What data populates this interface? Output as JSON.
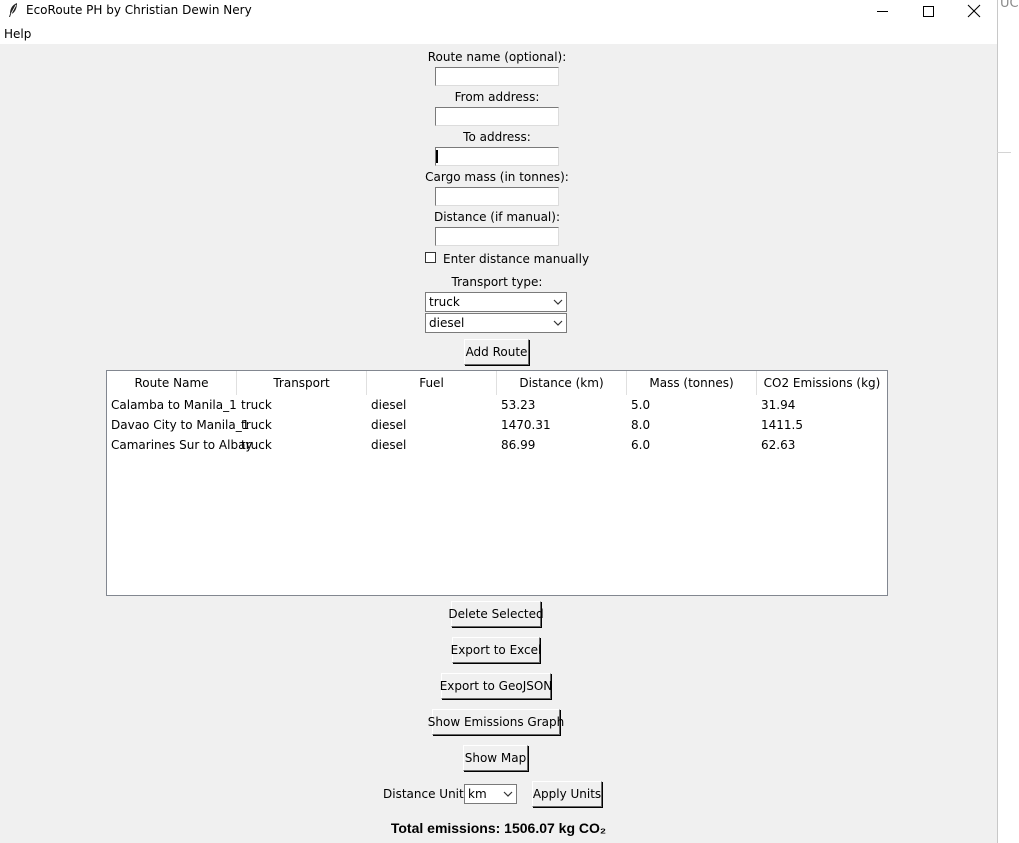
{
  "window": {
    "title": "EcoRoute PH by Christian Dewin Nery",
    "menu": [
      "Help"
    ],
    "edge_text": "UC"
  },
  "form": {
    "route_name_label": "Route name (optional):",
    "route_name_value": "",
    "from_label": "From address:",
    "from_value": "",
    "to_label": "To address:",
    "to_value": "",
    "cargo_label": "Cargo mass (in tonnes):",
    "cargo_value": "",
    "distance_label": "Distance (if manual):",
    "distance_value": "",
    "manual_checkbox_label": "Enter distance manually",
    "manual_checked": false,
    "transport_type_label": "Transport type:",
    "transport_selected": "truck",
    "fuel_selected": "diesel",
    "add_button": "Add Route"
  },
  "table": {
    "columns": [
      "Route Name",
      "Transport",
      "Fuel",
      "Distance (km)",
      "Mass (tonnes)",
      "CO2 Emissions (kg)"
    ],
    "rows": [
      [
        "Calamba to Manila_1",
        "truck",
        "diesel",
        "53.23",
        "5.0",
        "31.94"
      ],
      [
        "Davao City to Manila_1",
        "truck",
        "diesel",
        "1470.31",
        "8.0",
        "1411.5"
      ],
      [
        "Camarines Sur to Albay",
        "truck",
        "diesel",
        "86.99",
        "6.0",
        "62.63"
      ]
    ]
  },
  "actions": {
    "delete": "Delete Selected",
    "export_excel": "Export to Excel",
    "export_geojson": "Export to GeoJSON",
    "emissions_graph": "Show Emissions Graph",
    "show_map": "Show Map"
  },
  "units": {
    "label": "Distance Unit:",
    "selected": "km",
    "apply_button": "Apply Units"
  },
  "total": "Total emissions: 1506.07 kg CO₂"
}
